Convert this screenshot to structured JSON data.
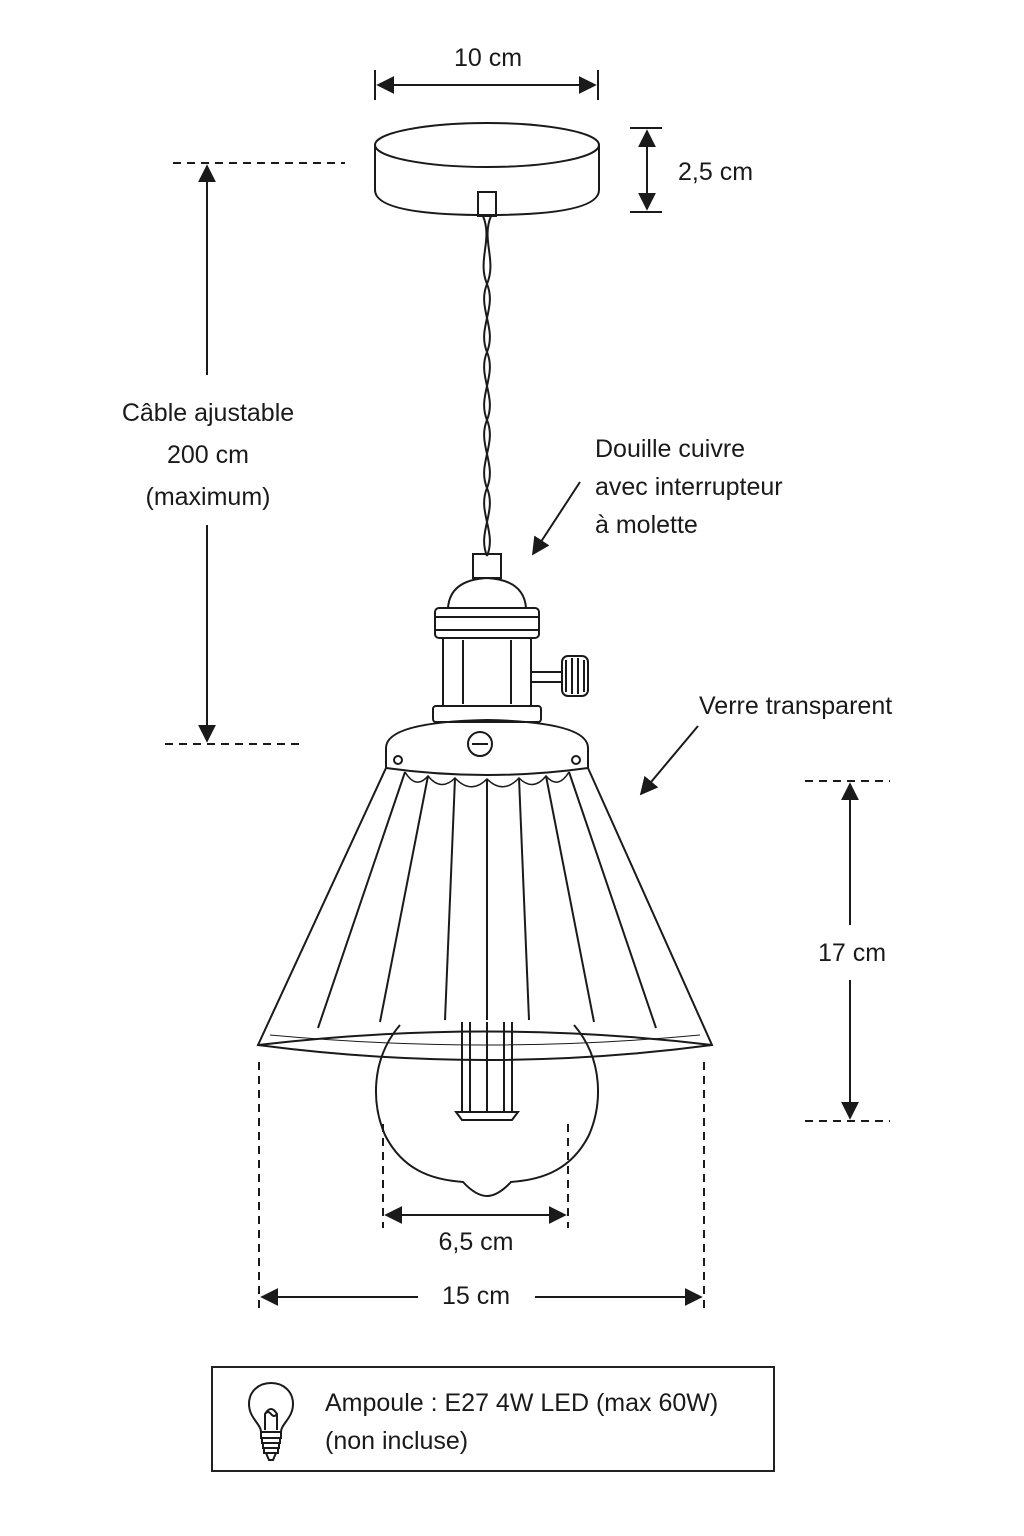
{
  "dimensions": {
    "canopy_width": "10 cm",
    "canopy_height": "2,5 cm",
    "cable": {
      "line1": "Câble ajustable",
      "line2": "200 cm",
      "line3": "(maximum)"
    },
    "shade_height": "17 cm",
    "bulb_width": "6,5 cm",
    "shade_width": "15 cm"
  },
  "callouts": {
    "socket": {
      "line1": "Douille cuivre",
      "line2": "avec interrupteur",
      "line3": "à molette"
    },
    "glass": "Verre transparent"
  },
  "note": {
    "icon": "light-bulb-icon",
    "line1": "Ampoule : E27 4W LED (max 60W)",
    "line2": "(non incluse)"
  },
  "colors": {
    "line": "#1a1a1a",
    "background": "#ffffff"
  }
}
